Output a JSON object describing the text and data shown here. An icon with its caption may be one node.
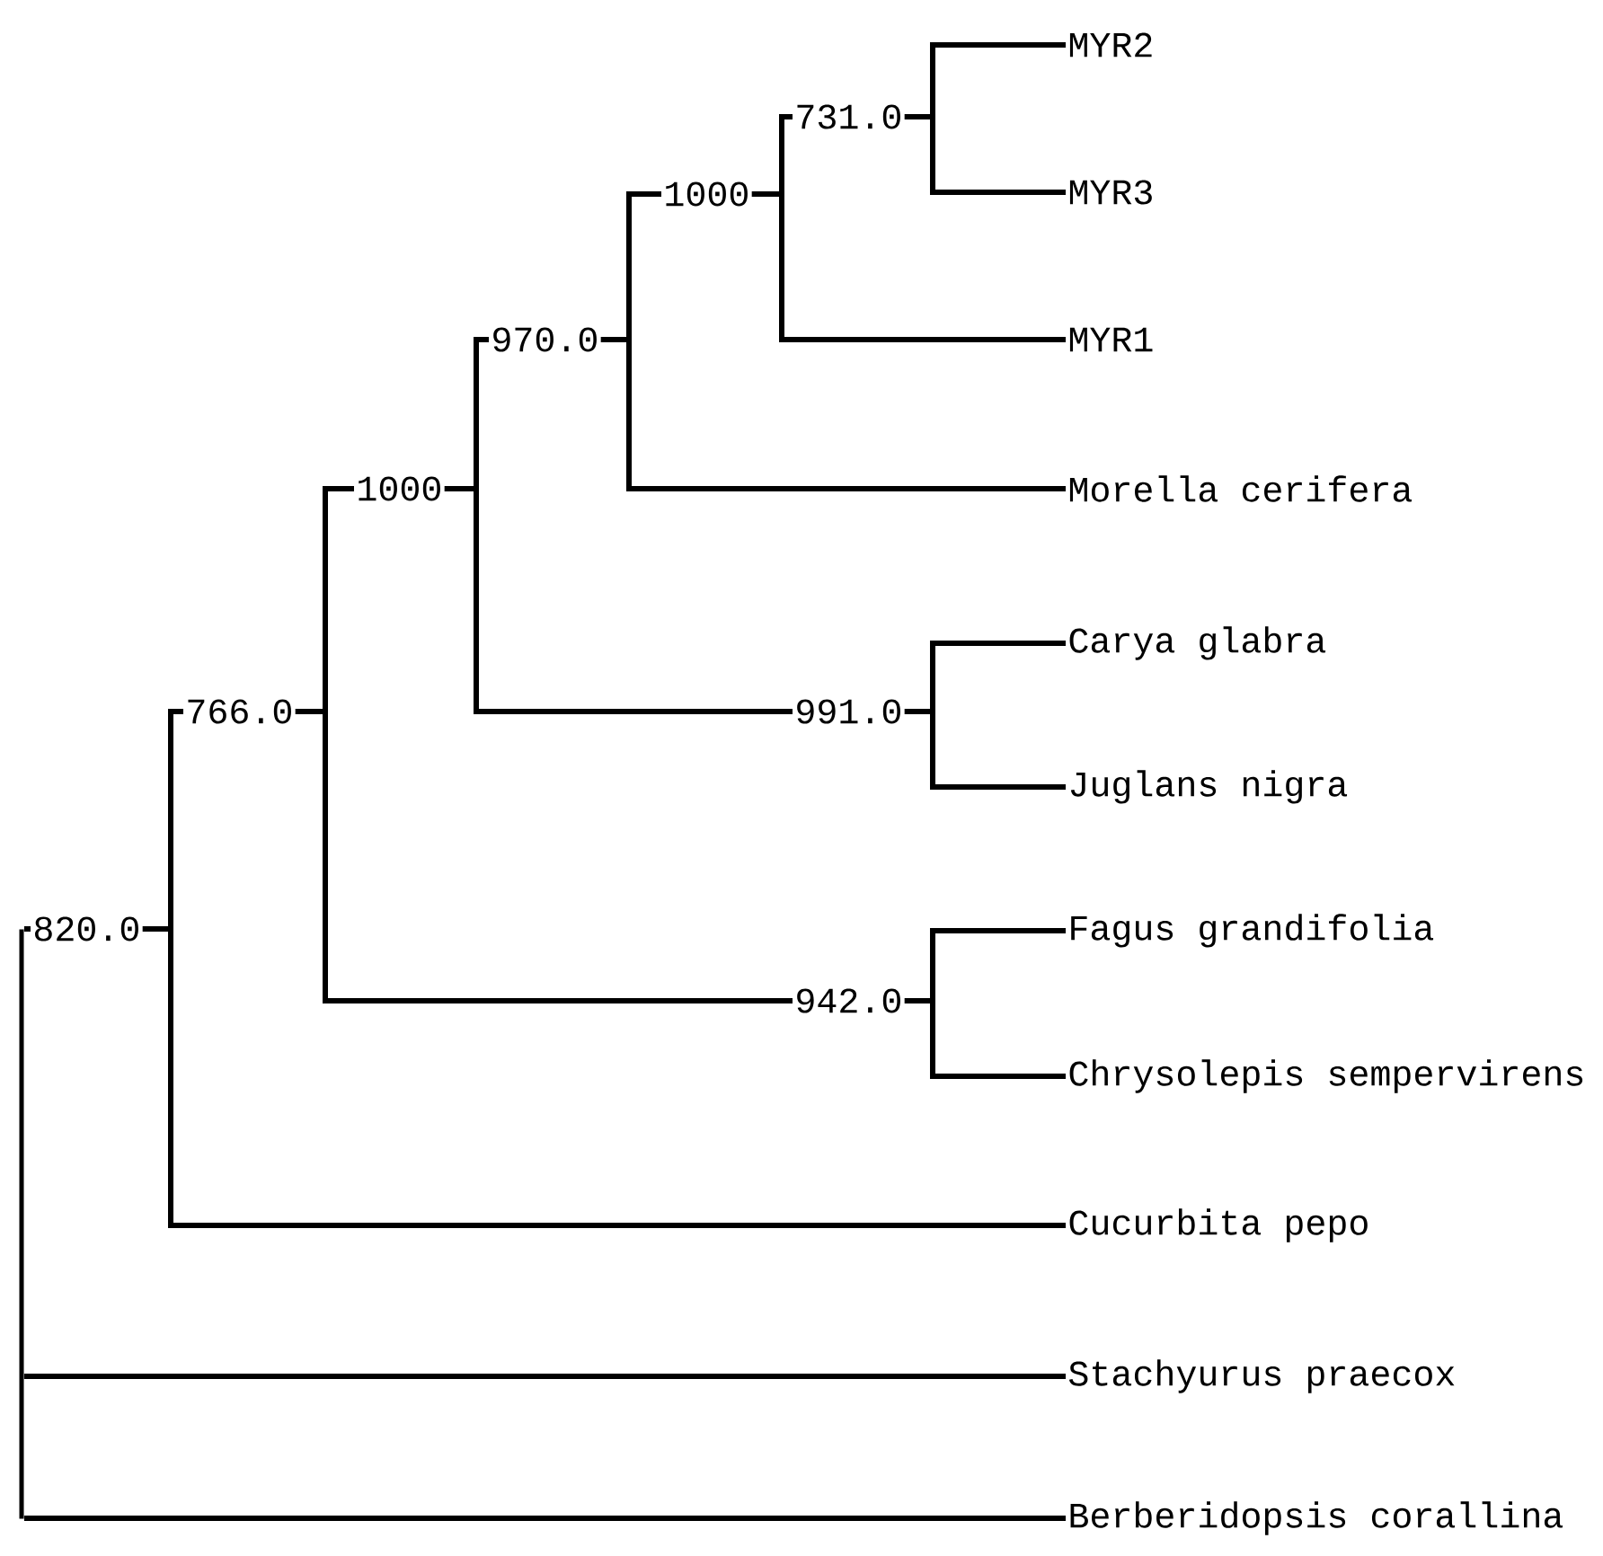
{
  "diagram": {
    "nodes": [
      {
        "text": [],
        "shape": "bar"
      },
      {
        "text": [
          "820.0"
        ]
      },
      {
        "text": [
          "766.0"
        ]
      },
      {
        "text": [
          "1000"
        ]
      },
      {
        "text": [
          "970.0"
        ]
      },
      {
        "text": [
          "1000"
        ]
      },
      {
        "text": [
          "731.0"
        ]
      },
      {
        "text": [
          "MYR2"
        ]
      },
      {
        "text": [
          "MYR3"
        ]
      },
      {
        "text": [
          "MYR1"
        ]
      },
      {
        "text": [
          "Morella cerifera"
        ]
      },
      {
        "text": [
          "991.0"
        ]
      },
      {
        "text": [
          "Carya glabra"
        ]
      },
      {
        "text": [
          "Juglans nigra"
        ]
      },
      {
        "text": [
          "942.0"
        ]
      },
      {
        "text": [
          "Fagus grandifolia"
        ]
      },
      {
        "text": [
          "Chrysolepis sempervirens"
        ]
      },
      {
        "text": [
          "Cucurbita pepo"
        ]
      },
      {
        "text": [
          "Stachyurus praecox"
        ]
      },
      {
        "text": [
          "Berberidopsis corallina"
        ]
      }
    ],
    "edges": [
      {
        "from": 0,
        "to": 1,
        "arrow": "none"
      },
      {
        "from": 0,
        "to": 18,
        "arrow": "none"
      },
      {
        "from": 0,
        "to": 19,
        "arrow": "none"
      },
      {
        "from": 1,
        "to": 2,
        "arrow": "none"
      },
      {
        "from": 1,
        "to": 17,
        "arrow": "none"
      },
      {
        "from": 2,
        "to": 3,
        "arrow": "none"
      },
      {
        "from": 2,
        "to": 14,
        "arrow": "none"
      },
      {
        "from": 3,
        "to": 4,
        "arrow": "none"
      },
      {
        "from": 3,
        "to": 11,
        "arrow": "none"
      },
      {
        "from": 4,
        "to": 5,
        "arrow": "none"
      },
      {
        "from": 4,
        "to": 10,
        "arrow": "none"
      },
      {
        "from": 5,
        "to": 6,
        "arrow": "none"
      },
      {
        "from": 5,
        "to": 9,
        "arrow": "none"
      },
      {
        "from": 6,
        "to": 7,
        "arrow": "none"
      },
      {
        "from": 6,
        "to": 8,
        "arrow": "none"
      },
      {
        "from": 11,
        "to": 12,
        "arrow": "none"
      },
      {
        "from": 11,
        "to": 13,
        "arrow": "none"
      },
      {
        "from": 14,
        "to": 15,
        "arrow": "none"
      },
      {
        "from": 14,
        "to": 16,
        "arrow": "none"
      }
    ]
  }
}
